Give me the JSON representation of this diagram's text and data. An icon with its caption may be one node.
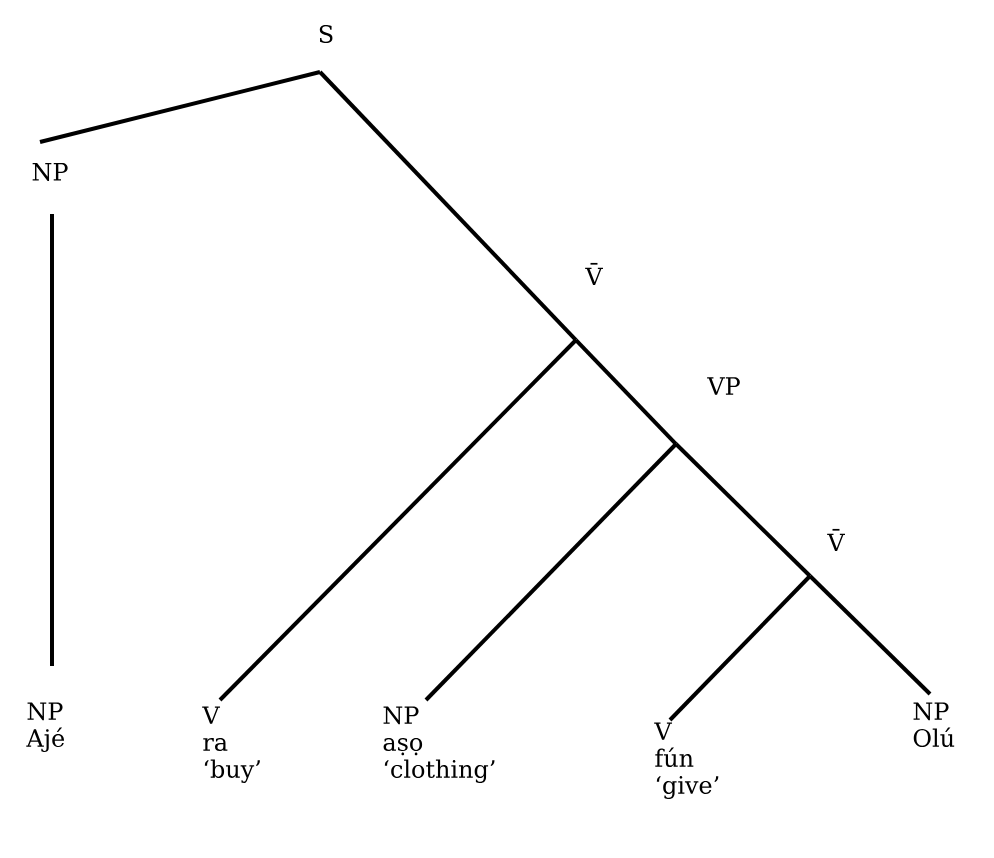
{
  "diagram": {
    "nodes": [
      {
        "text": [
          "S"
        ]
      },
      {
        "text": [
          "NP"
        ]
      },
      {
        "text": [
          "V̄"
        ]
      },
      {
        "text": [
          "VP"
        ]
      },
      {
        "text": [
          "V̄"
        ]
      },
      {
        "text": [
          "NP",
          "Ajé"
        ]
      },
      {
        "text": [
          "V",
          "ra",
          "‘buy’"
        ]
      },
      {
        "text": [
          "NP",
          "aṣọ",
          "‘clothing’"
        ]
      },
      {
        "text": [
          "V",
          "fún",
          "‘give’"
        ]
      },
      {
        "text": [
          "NP",
          "Olú"
        ]
      }
    ],
    "edges": [
      {
        "from": 0,
        "to": 1,
        "arrow": "none"
      },
      {
        "from": 0,
        "to": 2,
        "arrow": "none"
      },
      {
        "from": 1,
        "to": 5,
        "arrow": "none"
      },
      {
        "from": 2,
        "to": 6,
        "arrow": "none"
      },
      {
        "from": 2,
        "to": 3,
        "arrow": "none"
      },
      {
        "from": 3,
        "to": 7,
        "arrow": "none"
      },
      {
        "from": 3,
        "to": 4,
        "arrow": "none"
      },
      {
        "from": 4,
        "to": 8,
        "arrow": "none"
      },
      {
        "from": 4,
        "to": 9,
        "arrow": "none"
      }
    ]
  }
}
